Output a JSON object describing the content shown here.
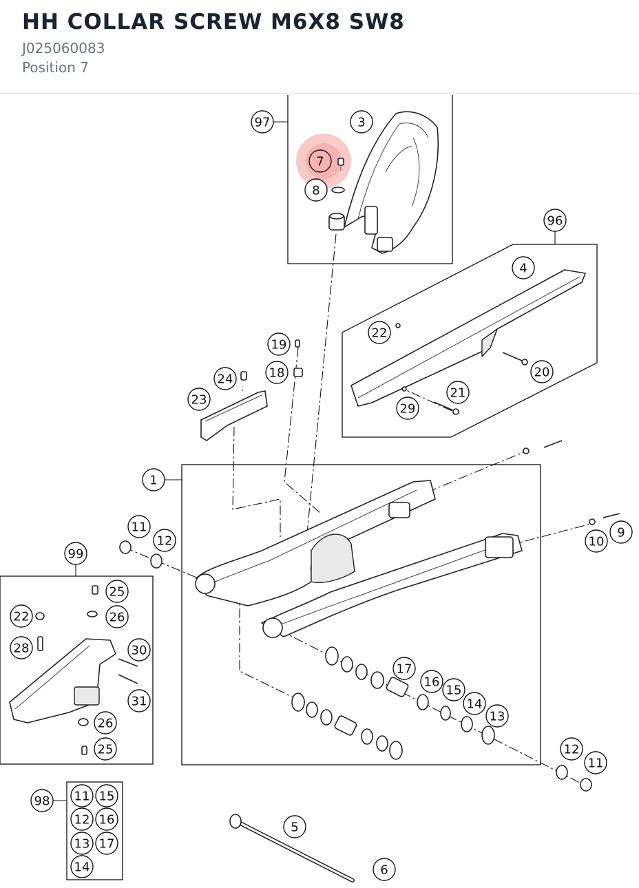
{
  "header": {
    "title": "HH COLLAR SCREW M6X8 SW8",
    "part_number": "J025060083",
    "position": "Position 7"
  },
  "highlight": {
    "position": "7",
    "color": "#f08a8a"
  },
  "callouts": [
    "97",
    "3",
    "7",
    "8",
    "96",
    "4",
    "22",
    "20",
    "21",
    "29",
    "19",
    "18",
    "24",
    "23",
    "1",
    "11",
    "12",
    "10",
    "9",
    "99",
    "25",
    "26",
    "22",
    "28",
    "30",
    "31",
    "26",
    "25",
    "17",
    "16",
    "15",
    "14",
    "13",
    "12",
    "11",
    "98",
    "11",
    "15",
    "12",
    "16",
    "13",
    "17",
    "14",
    "5",
    "6"
  ]
}
